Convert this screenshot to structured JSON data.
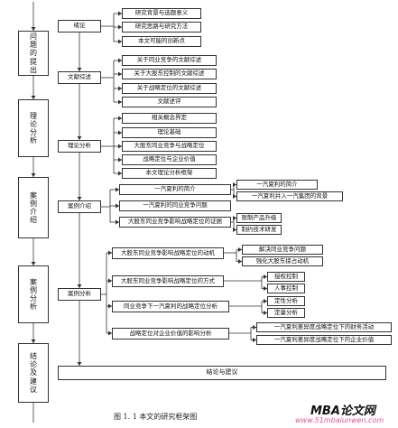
{
  "left_column": [
    {
      "id": "lc1",
      "text": "问题的提出"
    },
    {
      "id": "lc2",
      "text": "理论分析"
    },
    {
      "id": "lc3",
      "text": "案例介绍"
    },
    {
      "id": "lc4",
      "text": "案例分析"
    },
    {
      "id": "lc5",
      "text": "结论及建议"
    }
  ],
  "sections": {
    "s1": {
      "label": "绪论",
      "items": [
        "研究背景与选题意义",
        "研究思路与研究方法",
        "本文可能的创新点"
      ]
    },
    "s2": {
      "label": "文献综述",
      "items": [
        "关于同业竞争的文献综述",
        "关于大股东控制的文献综述",
        "关于战略定位的文献综述",
        "文献述评"
      ]
    },
    "s3": {
      "label": "理论分析",
      "items": [
        "相关概念界定",
        "理论基础",
        "大股东同业竞争与战略定位",
        "战略定位与企业价值",
        "本文理论分析框架"
      ]
    },
    "s4": {
      "label": "案例介绍",
      "items": [
        "一汽夏利的简介",
        "一汽夏利的同业竞争问题",
        "大股东同业竞争影响战略定位的证据"
      ],
      "sub1": [
        "一汽夏利的简介",
        "一汽夏利并入一汽集团的背景"
      ],
      "sub3": [
        "限制产品升级",
        "制约技术研发"
      ]
    },
    "s5": {
      "label": "案例分析",
      "items": [
        "大股东同业竞争影响战略定位的动机",
        "大股东同业竞争影响战略定位的方式",
        "同业竞争下一汽夏利的战略定位分析",
        "战略定位对企业价值的影响分析"
      ],
      "sub1": [
        "解决同业竞争问题",
        "强化大股东掠占动机"
      ],
      "sub2": [
        "授权控制",
        "人事控制"
      ],
      "sub3": [
        "定性分析",
        "定量分析"
      ],
      "sub4": [
        "一汽夏利差异度战略定位下的财务活动",
        "一汽夏利差异度战略定位下的企业价值"
      ]
    }
  },
  "conclusion": "结论与建议",
  "caption": "图 1. 1 本文的研究框架图",
  "watermark": {
    "title": "MBA论文网",
    "url": "www.51mbalunwen.com"
  }
}
